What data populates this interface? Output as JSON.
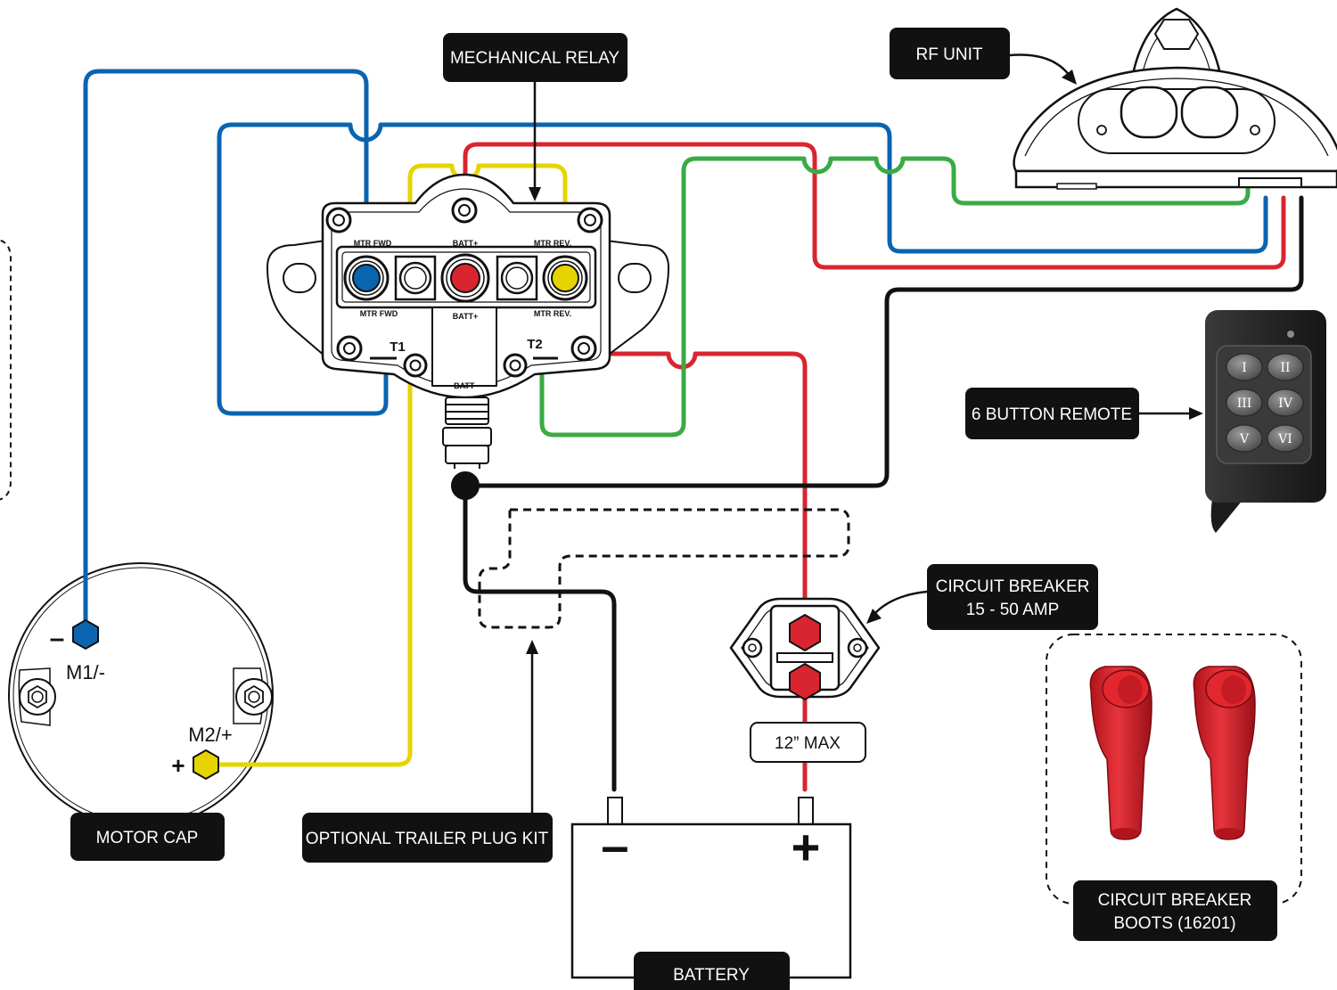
{
  "labels": {
    "mechanical_relay": "MECHANICAL RELAY",
    "rf_unit": "RF UNIT",
    "six_button_remote": "6 BUTTON REMOTE",
    "circuit_breaker_line1": "CIRCUIT BREAKER",
    "circuit_breaker_line2": "15 - 50 AMP",
    "max_length": "12” MAX",
    "motor_cap": "MOTOR CAP",
    "optional_trailer_plug_kit": "OPTIONAL TRAILER PLUG KIT",
    "battery": "BATTERY",
    "boots_line1": "CIRCUIT BREAKER",
    "boots_line2": "BOOTS (16201)"
  },
  "motor": {
    "m1": "M1/-",
    "m2": "M2/+",
    "minus": "–",
    "plus": "+"
  },
  "battery_terminals": {
    "negative": "–",
    "positive": "+"
  },
  "relay": {
    "top_left": "MTR FWD",
    "top_mid": "BATT+",
    "top_right": "MTR REV.",
    "bot_left": "MTR FWD",
    "bot_mid": "BATT+",
    "bot_right": "MTR REV.",
    "t1": "T1",
    "t2": "T2",
    "batt_minus": "BATT-"
  },
  "remote_buttons": [
    "I",
    "II",
    "III",
    "IV",
    "V",
    "VI"
  ],
  "colors": {
    "blue": "#0a64b0",
    "red": "#d9252f",
    "yellow": "#e6d400",
    "green": "#3aaa45",
    "black": "#111111",
    "boot_red": "#d8202a"
  }
}
